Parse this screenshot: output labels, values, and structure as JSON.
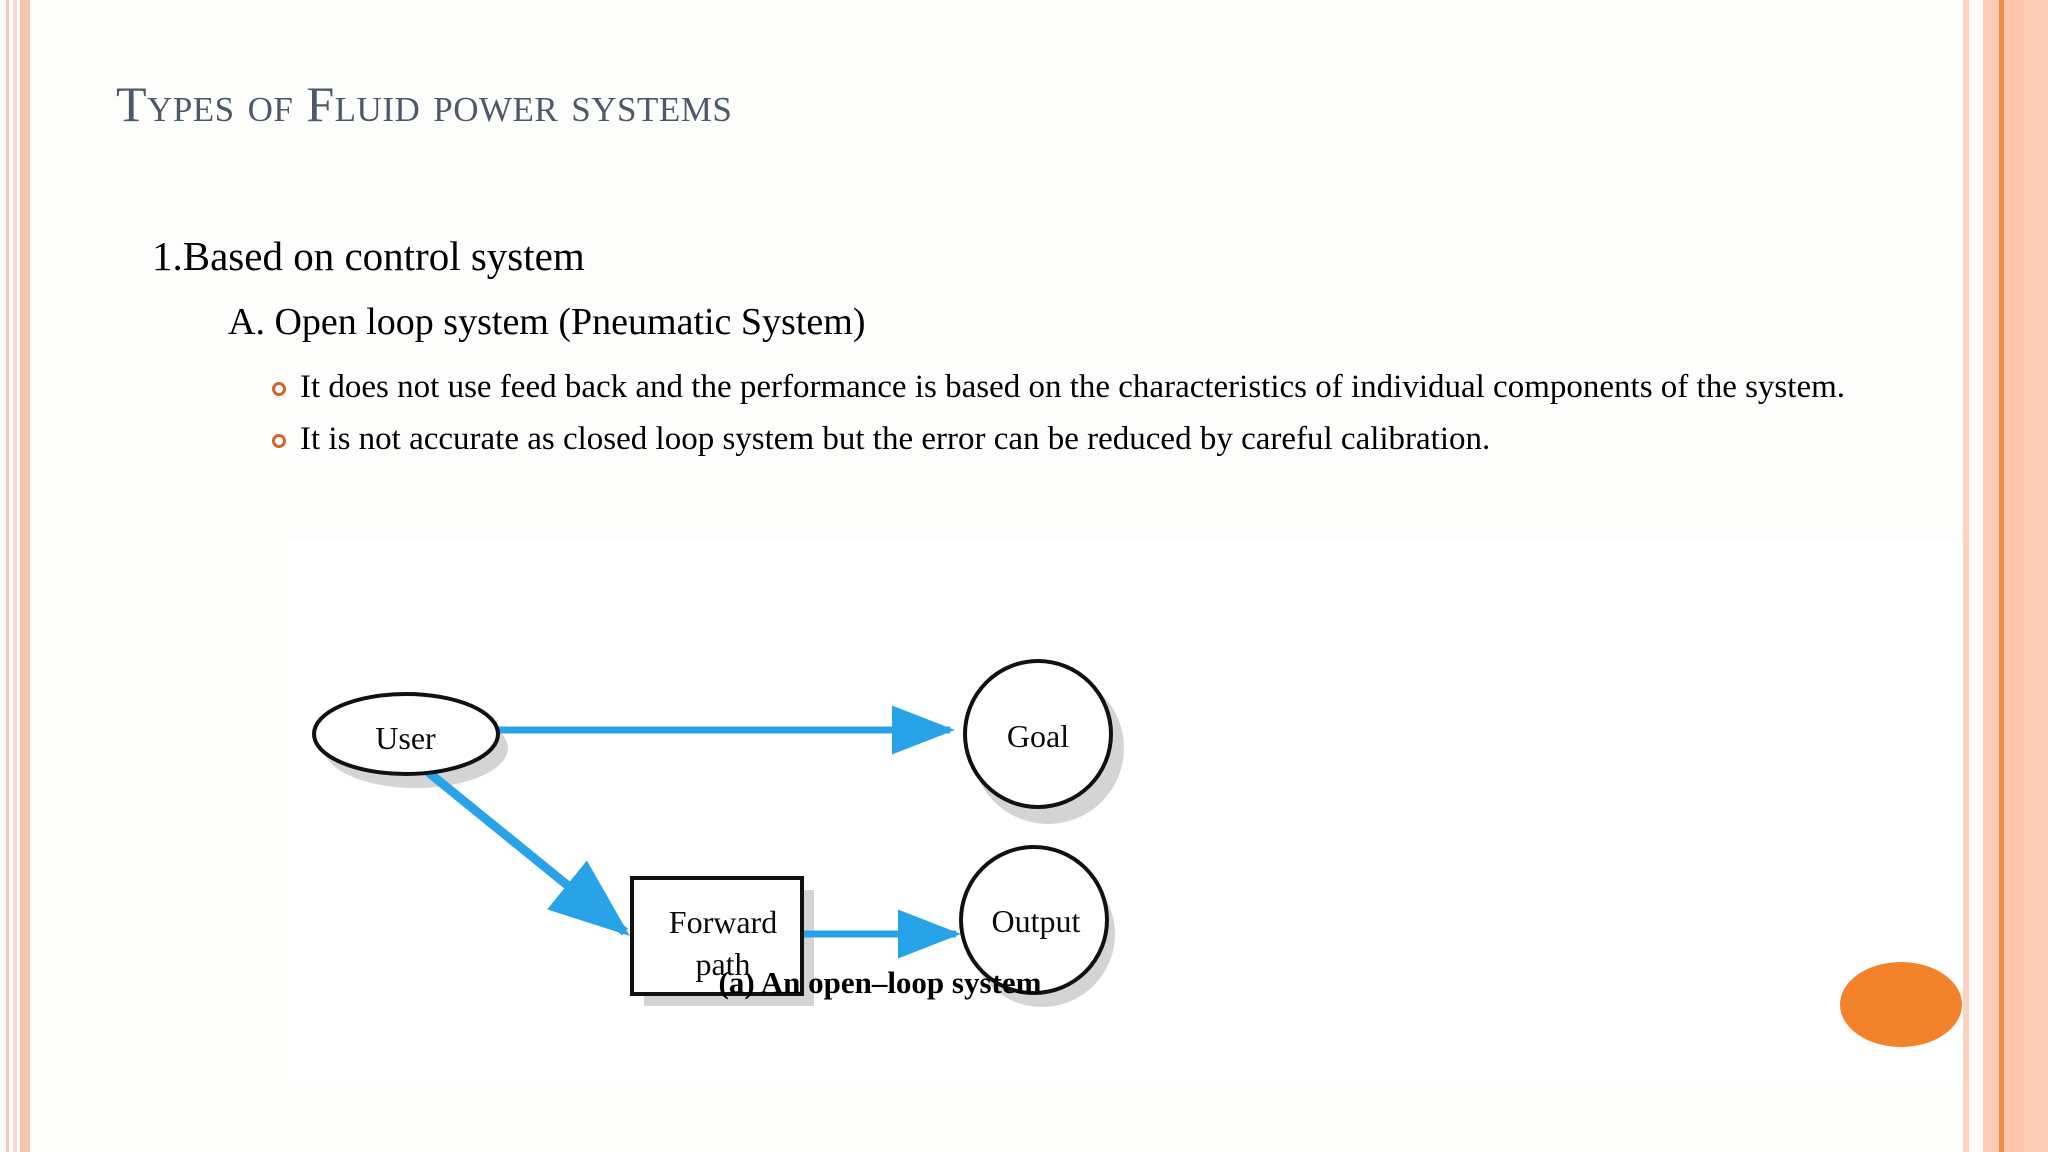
{
  "slide": {
    "title": "Types of Fluid power systems",
    "accent_color": "#f4822a",
    "title_color": "#4e586b",
    "bullet_color": "#d2642a",
    "arrow_color": "#29a3e8",
    "background_color": "#fdfefb"
  },
  "body": {
    "level1": "1.Based on control system",
    "level2": "A. Open loop system (Pneumatic System)",
    "bullets": [
      "It does not use feed back and the performance is based on the characteristics of individual components of the system.",
      "It is not accurate as closed loop system but the error can be reduced by careful calibration."
    ]
  },
  "diagram": {
    "caption": "(a) An open–loop system",
    "nodes": [
      {
        "id": "user",
        "label": "User",
        "shape": "ellipse"
      },
      {
        "id": "goal",
        "label": "Goal",
        "shape": "circle"
      },
      {
        "id": "fwd",
        "label": "Forward\npath",
        "shape": "rect"
      },
      {
        "id": "output",
        "label": "Output",
        "shape": "circle"
      }
    ],
    "node_labels": {
      "user": "User",
      "goal": "Goal",
      "forward_path_line1": "Forward",
      "forward_path_line2": "path",
      "output": "Output"
    },
    "edges": [
      {
        "from": "user",
        "to": "goal"
      },
      {
        "from": "user",
        "to": "fwd"
      },
      {
        "from": "fwd",
        "to": "output"
      }
    ]
  }
}
